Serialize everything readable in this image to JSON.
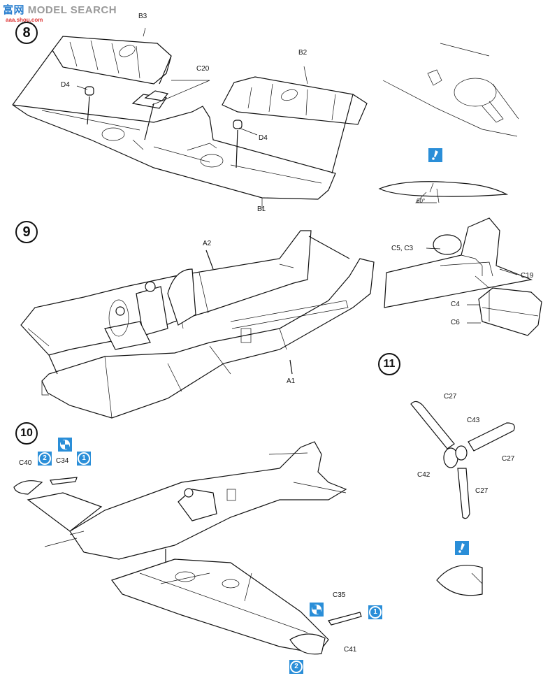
{
  "watermark": {
    "cn": "富",
    "cn2": "网",
    "en": "MODEL SEARCH",
    "url": "aaa.shou.com"
  },
  "steps": [
    "8",
    "9",
    "10",
    "11"
  ],
  "labels": {
    "B3": "B3",
    "C20": "C20",
    "B2": "B2",
    "D4a": "D4",
    "D4b": "D4",
    "B1": "B1",
    "A2": "A2",
    "A1": "A1",
    "C5C3": "C5, C3",
    "C19": "C19",
    "C4": "C4",
    "C6": "C6",
    "C40": "C40",
    "C34": "C34",
    "C35": "C35",
    "C41": "C41",
    "C27a": "C27",
    "C43": "C43",
    "C27b": "C27",
    "C42": "C42",
    "C27c": "C27",
    "angle": "60°"
  },
  "badges": {
    "one": "1",
    "two": "2"
  },
  "colors": {
    "badge": "#2a8ed8",
    "ink": "#111111"
  },
  "icons": [
    "attention-icon",
    "checker-icon"
  ]
}
